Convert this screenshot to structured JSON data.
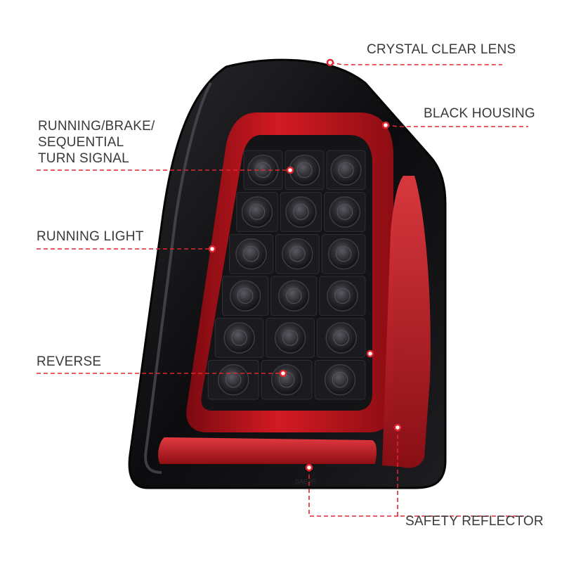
{
  "product": {
    "name": "tail-light-assembly",
    "housing_color": "#0e0e10",
    "lightbar_color": "#c8131c",
    "reflector_color": "#d11d25",
    "accent_color": "#e0262f",
    "led_grid": {
      "rows": 6,
      "cols": 3
    },
    "lens_marking": "SAE IR"
  },
  "callouts": {
    "crystal_clear_lens": "CRYSTAL CLEAR LENS",
    "black_housing": "BLACK HOUSING",
    "running_brake_sequential": [
      "RUNNING/BRAKE/",
      "SEQUENTIAL",
      "TURN SIGNAL"
    ],
    "running_light": "RUNNING LIGHT",
    "reverse": "REVERSE",
    "safety_reflector": "SAFETY REFLECTOR"
  }
}
